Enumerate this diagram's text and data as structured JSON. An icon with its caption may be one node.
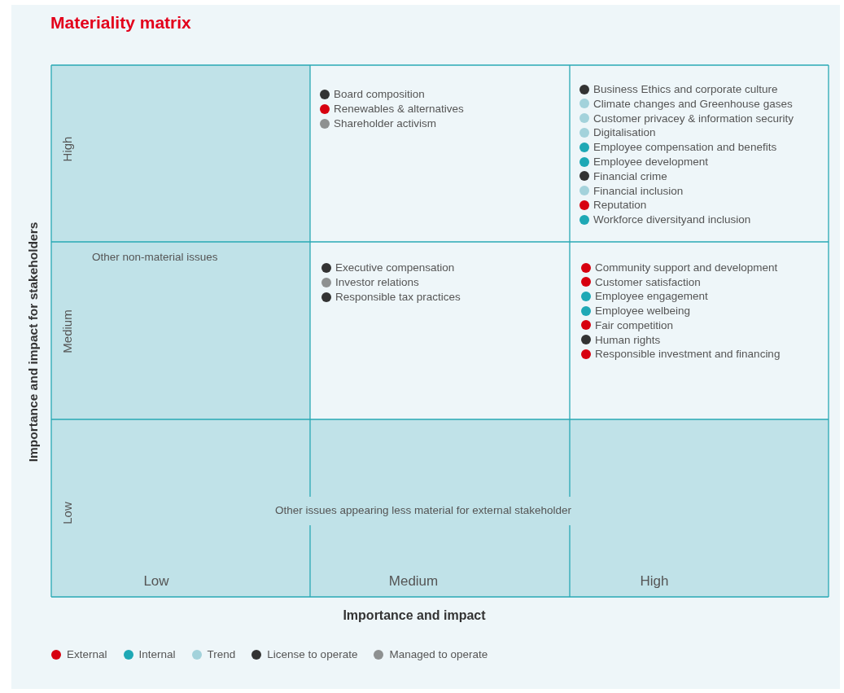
{
  "diagram": {
    "title": "Materiality matrix",
    "nodes": [
      {
        "text": [
          "Other non-material issues"
        ]
      },
      {
        "text": [
          "Board composition",
          "Renewables & alternatives",
          "Shareholder activism"
        ]
      },
      {
        "text": [
          "Business Ethics and corporate culture",
          "Climate changes and Greenhouse gases",
          "Customer privacey & information security",
          "Digitalisation",
          "Employee compensation and benefits",
          "Employee development",
          "Financial crime",
          "Financial inclusion",
          "Reputation",
          "Workforce diversityand inclusion"
        ]
      },
      {
        "text": [
          "Executive compensation",
          "Investor relations",
          "Responsible tax practices"
        ]
      },
      {
        "text": [
          "Community support and development",
          "Customer satisfaction",
          "Employee engagement",
          "Employee welbeing",
          "Fair competition",
          "Human rights",
          "Responsible investment and financing"
        ]
      },
      {
        "text": [
          "Other issues appearing less material for external stakeholder"
        ]
      }
    ],
    "labels": [
      "Importance and impact for stakeholders",
      "High",
      "Medium",
      "Low",
      "Low",
      "Medium",
      "High",
      "Importance and impact"
    ],
    "legend": [
      {
        "text": "External",
        "color": "#d7000f"
      },
      {
        "text": "Internal",
        "color": "#1ea8b5"
      },
      {
        "text": "Trend",
        "color": "#a3d2db"
      },
      {
        "text": "License to operate",
        "color": "#333333"
      },
      {
        "text": "Managed to operate",
        "color": "#8e9191"
      }
    ]
  }
}
